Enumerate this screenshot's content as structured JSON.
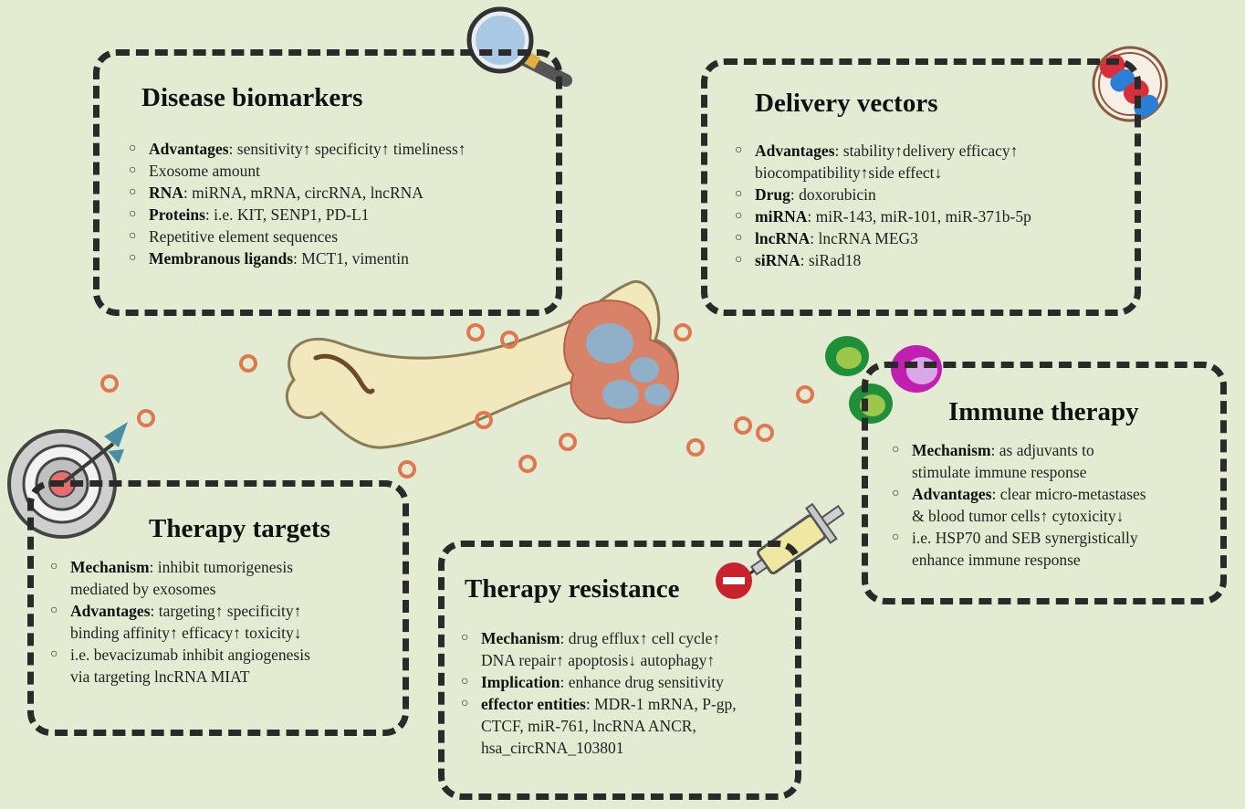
{
  "colors": {
    "background": "#e3ecd3",
    "bone": "#f2e8bd",
    "tumor": "#d9826a",
    "tumor_core": "#8fb0c8",
    "exosome": "#e0784f"
  },
  "icons": [
    "magnifier-icon",
    "capsule-icon",
    "target-dart-icon",
    "syringe-icon",
    "no-entry-icon",
    "immune-cells-icon",
    "bone-icon",
    "tumor-icon",
    "exosome-icon"
  ],
  "panels": {
    "biomarkers": {
      "title": "Disease biomarkers",
      "items": [
        {
          "key": "Advantages",
          "text": ": sensitivity↑ specificity↑ timeliness↑"
        },
        {
          "key": "",
          "text": "Exosome amount"
        },
        {
          "key": "RNA",
          "text": ": miRNA, mRNA, circRNA, lncRNA"
        },
        {
          "key": "Proteins",
          "text": ": i.e. KIT, SENP1, PD-L1"
        },
        {
          "key": "",
          "text": "Repetitive element sequences"
        },
        {
          "key": "Membranous ligands",
          "text": ": MCT1, vimentin"
        }
      ]
    },
    "delivery": {
      "title": "Delivery vectors",
      "items": [
        {
          "key": "Advantages",
          "text": ": stability↑delivery efficacy↑",
          "cont": "biocompatibility↑side effect↓"
        },
        {
          "key": "Drug",
          "text": ": doxorubicin"
        },
        {
          "key": "miRNA",
          "text": ": miR-143, miR-101, miR-371b-5p"
        },
        {
          "key": "lncRNA",
          "text": ": lncRNA MEG3"
        },
        {
          "key": "siRNA",
          "text": ": siRad18"
        }
      ]
    },
    "immune": {
      "title": "Immune therapy",
      "items": [
        {
          "key": "Mechanism",
          "text": ": as adjuvants to",
          "cont": "stimulate immune response"
        },
        {
          "key": "Advantages",
          "text": ": clear micro-metastases",
          "cont": "& blood tumor cells↑ cytoxicity↓"
        },
        {
          "key": "",
          "text": "i.e. HSP70 and SEB synergistically",
          "cont": "enhance immune response"
        }
      ]
    },
    "targets": {
      "title": "Therapy targets",
      "items": [
        {
          "key": "Mechanism",
          "text": ": inhibit tumorigenesis",
          "cont": "mediated by exosomes"
        },
        {
          "key": "Advantages",
          "text": ": targeting↑ specificity↑",
          "cont": "binding affinity↑ efficacy↑ toxicity↓"
        },
        {
          "key": "",
          "text": "i.e. bevacizumab inhibit angiogenesis",
          "cont": " via targeting lncRNA MIAT"
        }
      ]
    },
    "resistance": {
      "title": "Therapy resistance",
      "items": [
        {
          "key": "Mechanism",
          "text": ": drug efflux↑ cell cycle↑",
          "cont": "DNA repair↑ apoptosis↓ autophagy↑"
        },
        {
          "key": "Implication",
          "text": ": enhance drug sensitivity"
        },
        {
          "key": "effector entities",
          "text": ": MDR-1 mRNA, P-gp,",
          "cont": "CTCF, miR-761, lncRNA ANCR,",
          "cont2": "hsa_circRNA_103801"
        }
      ]
    }
  }
}
